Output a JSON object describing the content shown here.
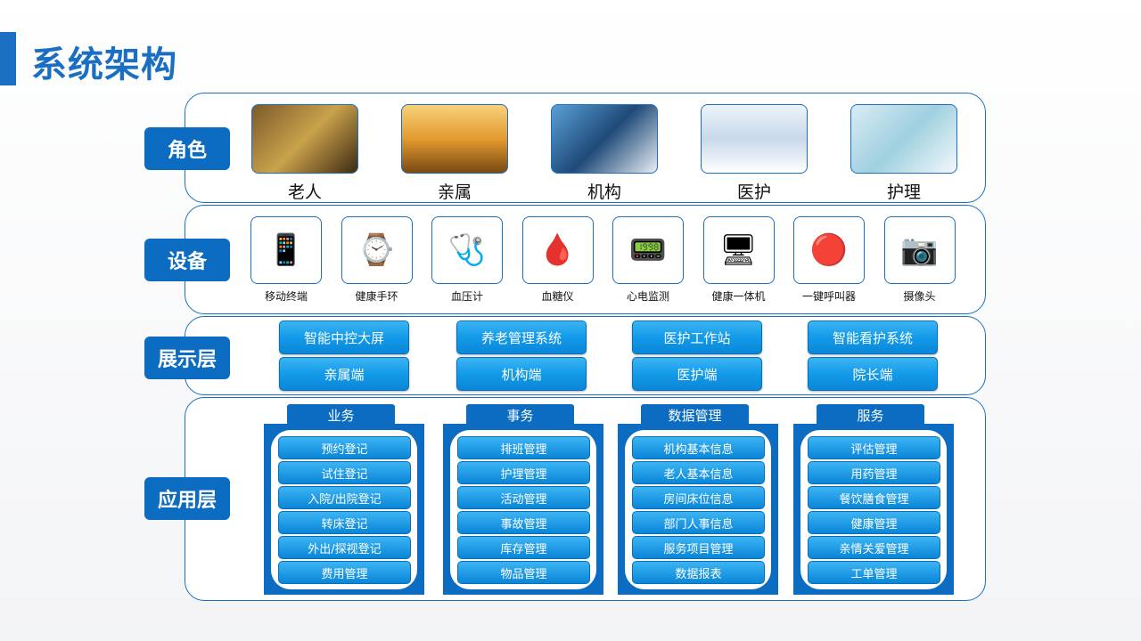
{
  "title": "系统架构",
  "layers": {
    "roles": "角色",
    "devices": "设备",
    "display": "展示层",
    "app": "应用层"
  },
  "roles": [
    "老人",
    "亲属",
    "机构",
    "医护",
    "护理"
  ],
  "devices": [
    "移动终端",
    "健康手环",
    "血压计",
    "血糖仪",
    "心电监测",
    "健康一体机",
    "一键呼叫器",
    "摄像头"
  ],
  "display": [
    [
      "智能中控大屏",
      "亲属端"
    ],
    [
      "养老管理系统",
      "机构端"
    ],
    [
      "医护工作站",
      "医护端"
    ],
    [
      "智能看护系统",
      "院长端"
    ]
  ],
  "app": [
    {
      "title": "业务",
      "items": [
        "预约登记",
        "试住登记",
        "入院/出院登记",
        "转床登记",
        "外出/探视登记",
        "费用管理"
      ]
    },
    {
      "title": "事务",
      "items": [
        "排班管理",
        "护理管理",
        "活动管理",
        "事故管理",
        "库存管理",
        "物品管理"
      ]
    },
    {
      "title": "数据管理",
      "items": [
        "机构基本信息",
        "老人基本信息",
        "房间床位信息",
        "部门人事信息",
        "服务项目管理",
        "数据报表"
      ]
    },
    {
      "title": "服务",
      "items": [
        "评估管理",
        "用药管理",
        "餐饮膳食管理",
        "健康管理",
        "亲情关爱管理",
        "工单管理"
      ]
    }
  ],
  "colors": {
    "primary": "#1a6fc2",
    "label": "#0b6cc1"
  }
}
